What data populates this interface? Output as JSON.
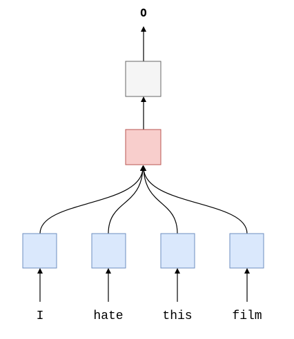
{
  "diagram": {
    "output_label": "O",
    "colors": {
      "input_box_fill": "#dae8fc",
      "input_box_stroke": "#6c8ebf",
      "hidden_box_fill": "#f8cecc",
      "hidden_box_stroke": "#b85450",
      "output_box_fill": "#f5f5f5",
      "output_box_stroke": "#666666",
      "edge": "#000000"
    },
    "tokens": [
      {
        "word": "I"
      },
      {
        "word": "hate"
      },
      {
        "word": "this"
      },
      {
        "word": "film"
      }
    ]
  }
}
